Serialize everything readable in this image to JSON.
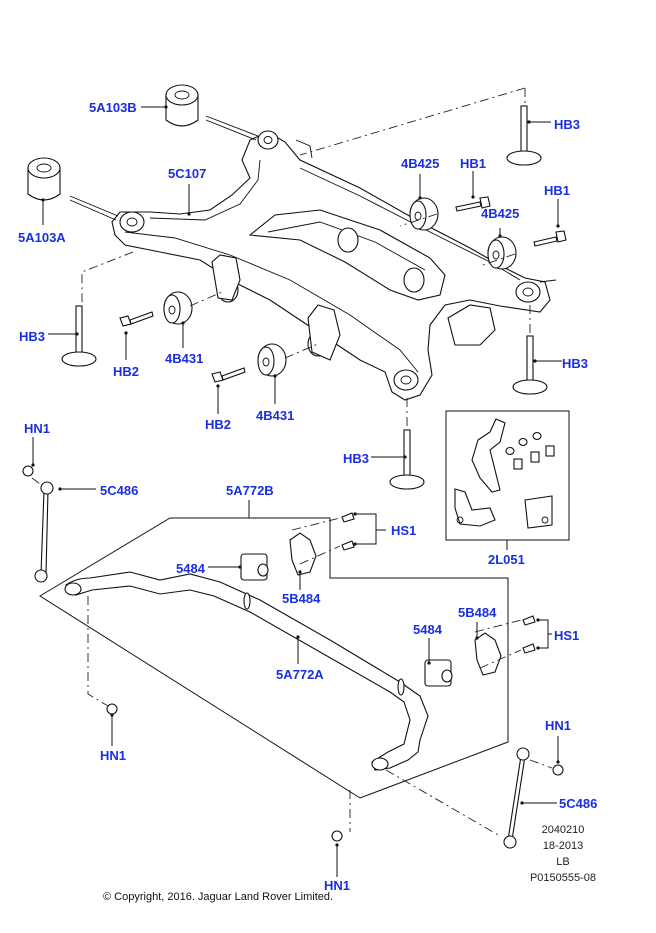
{
  "diagram": {
    "title": "Rear subframe and stabilizer bar exploded view",
    "callouts": {
      "c_5A103B": "5A103B",
      "c_5A103A": "5A103A",
      "c_5C107": "5C107",
      "c_HB3_top": "HB3",
      "c_HB3_left": "HB3",
      "c_HB3_right": "HB3",
      "c_HB3_center": "HB3",
      "c_4B425_a": "4B425",
      "c_4B425_b": "4B425",
      "c_HB1_a": "HB1",
      "c_HB1_b": "HB1",
      "c_HB2_a": "HB2",
      "c_HB2_b": "HB2",
      "c_4B431_a": "4B431",
      "c_4B431_b": "4B431",
      "c_HN1_top_left": "HN1",
      "c_5C486_left": "5C486",
      "c_5A772B": "5A772B",
      "c_HS1_a": "HS1",
      "c_5484_a": "5484",
      "c_5B484_a": "5B484",
      "c_2L051": "2L051",
      "c_5B484_b": "5B484",
      "c_5484_b": "5484",
      "c_HS1_b": "HS1",
      "c_5A772A": "5A772A",
      "c_HN1_left": "HN1",
      "c_HN1_right": "HN1",
      "c_5C486_right": "5C486",
      "c_HN1_bottom": "HN1"
    },
    "info_block": {
      "line1": "2040210",
      "line2": "18-2013",
      "line3": "LB",
      "line4": "P0150555-08"
    },
    "copyright": "© Copyright, 2016. Jaguar Land Rover Limited."
  },
  "colors": {
    "callout_text": "#1a2fe0",
    "line_art": "#111111",
    "background": "#ffffff"
  }
}
